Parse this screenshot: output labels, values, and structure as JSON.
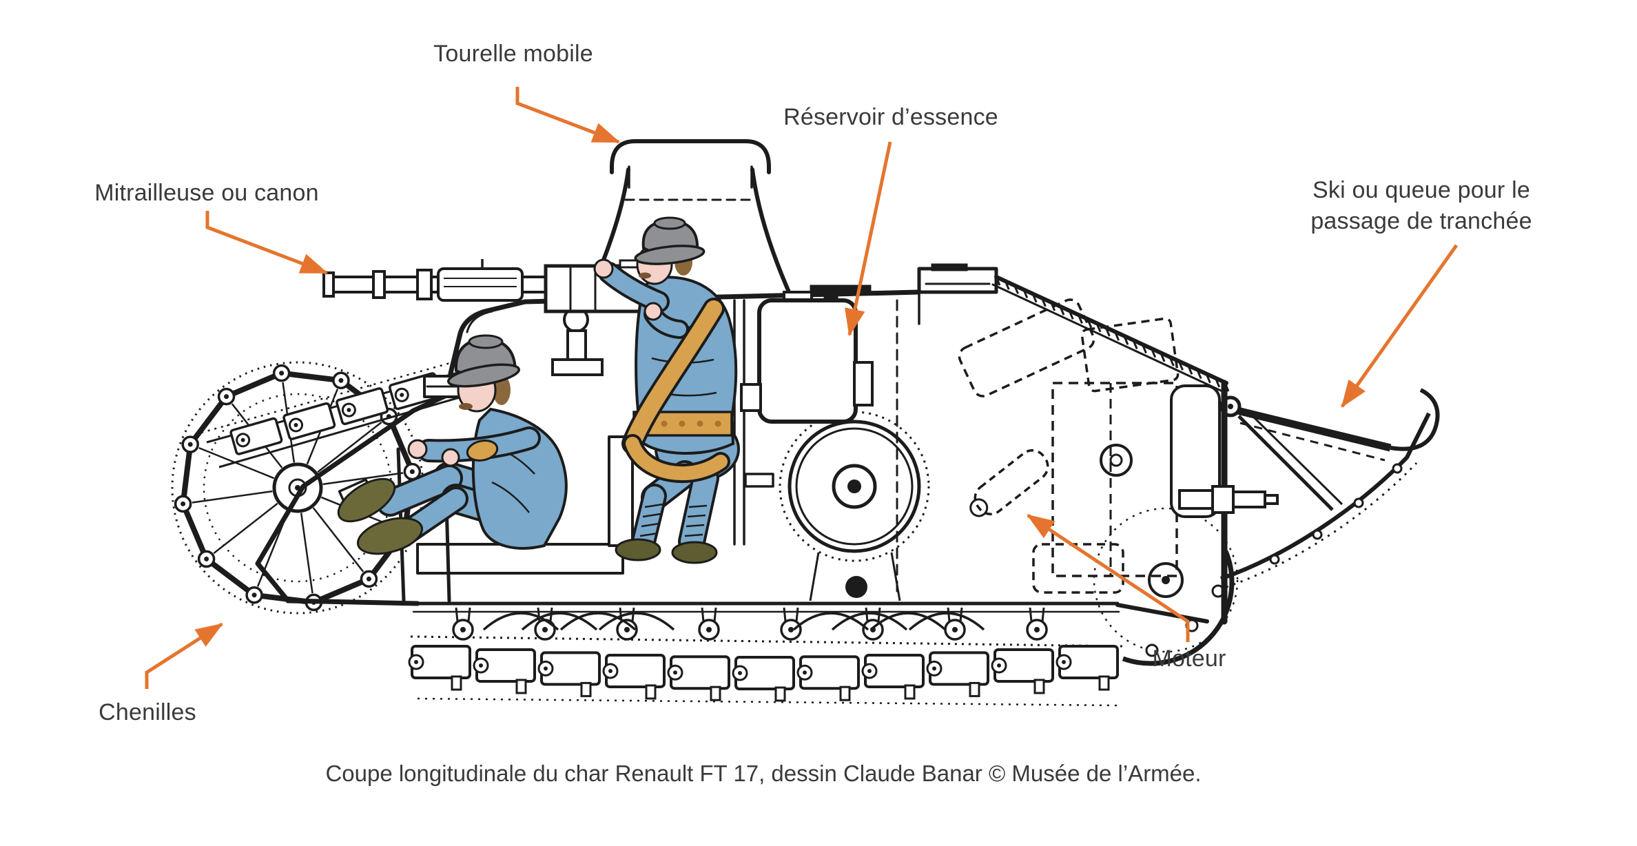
{
  "figure": {
    "caption": "Coupe longitudinale du char Renault FT 17, dessin Claude Banar © Musée de l’Armée.",
    "labels": {
      "turret": "Tourelle mobile",
      "gun": "Mitrailleuse ou canon",
      "fuel_tank": "Réservoir d’essence",
      "ski": [
        "Ski ou queue pour le",
        "passage de tranchée"
      ],
      "engine": "Moteur",
      "tracks": "Chenilles"
    },
    "colors": {
      "annotation_orange": "#e5752e",
      "ink": "#1c1c1c",
      "uniform_blue": "#7aa9cb",
      "helmet_grey": "#8f9094",
      "strap_tan": "#d7a14e",
      "boots_olive": "#6b693a",
      "skin": "#f4d2c9",
      "label_text": "#3a3a3a"
    }
  }
}
